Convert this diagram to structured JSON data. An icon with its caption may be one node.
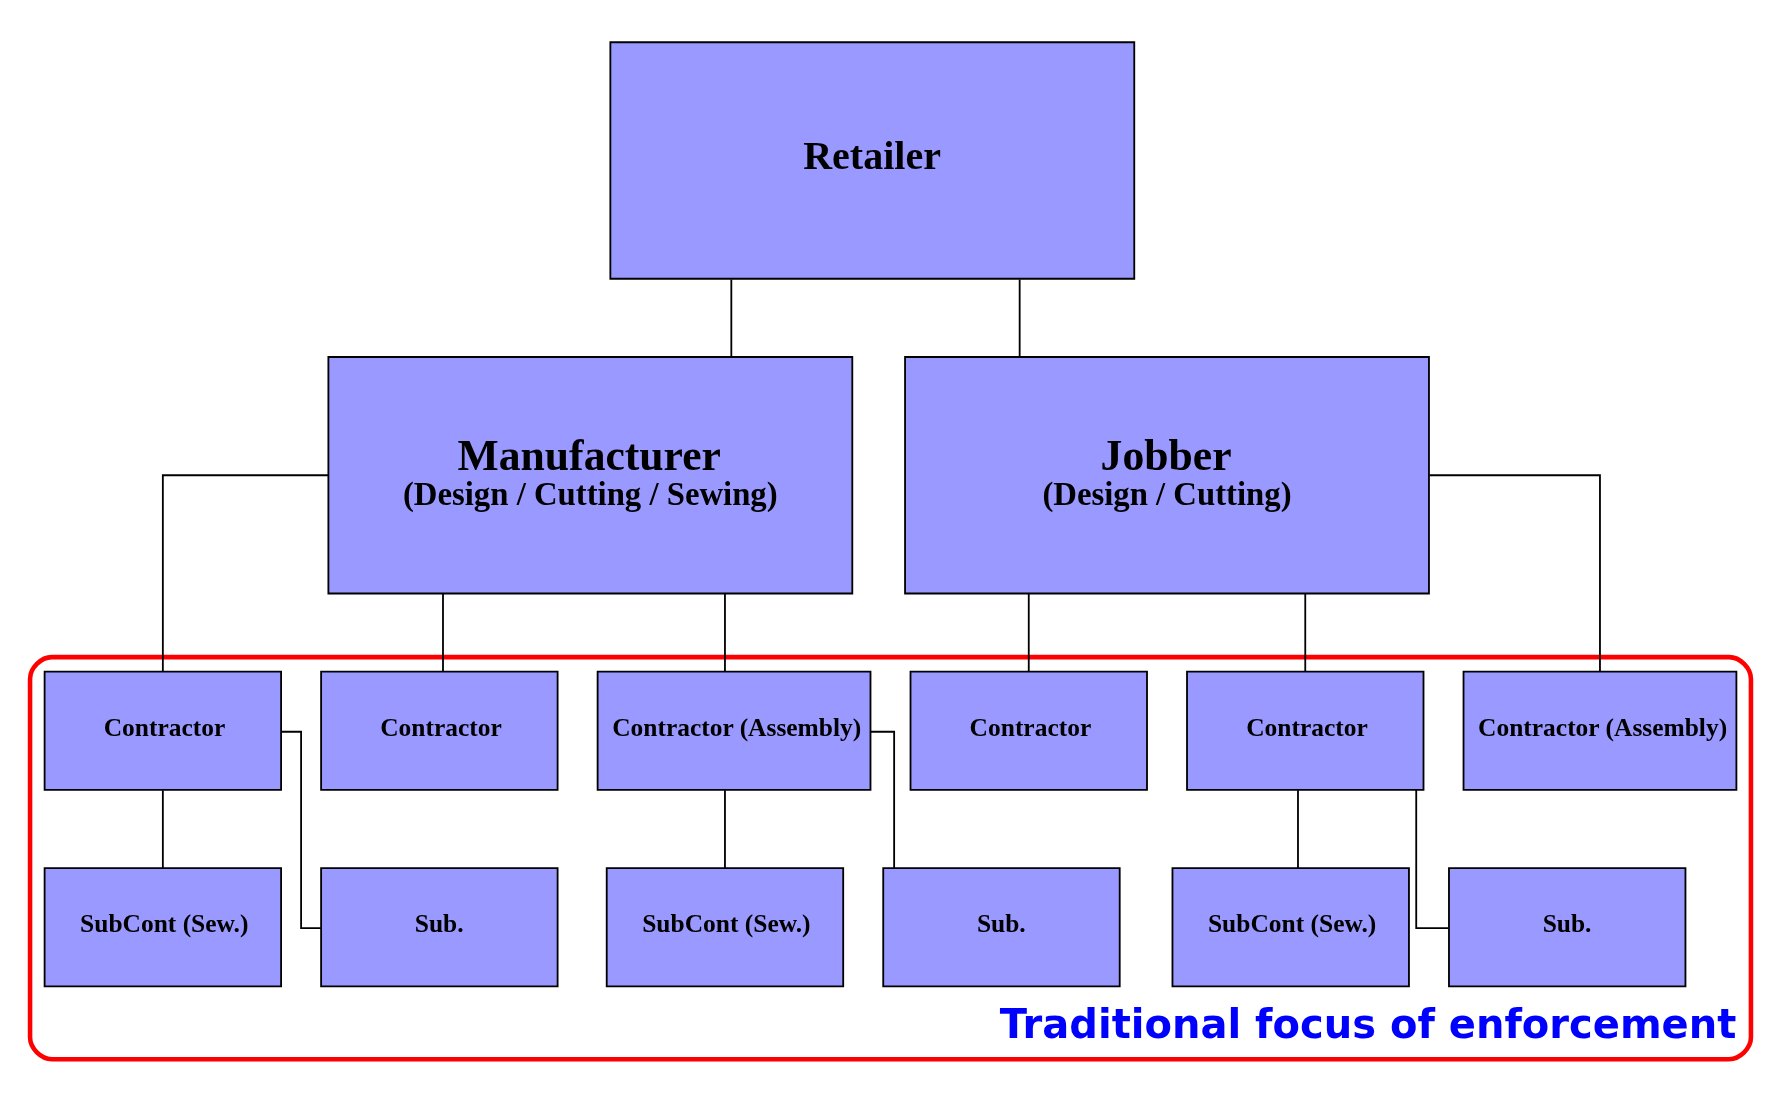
{
  "diagram": {
    "nodes": [
      {
        "text": [
          "Retailer"
        ]
      },
      {
        "text": [
          "Manufacturer",
          "(Design / Cutting / Sewing)"
        ]
      },
      {
        "text": [
          "Jobber",
          "(Design / Cutting)"
        ]
      },
      {
        "text": [
          "Traditional focus of enforcement"
        ]
      },
      {
        "text": [
          "Contractor (Assembly)"
        ],
        "in": 3
      },
      {
        "text": [
          "Contractor"
        ],
        "in": 3
      },
      {
        "text": [
          "Contractor"
        ],
        "in": 3
      },
      {
        "text": [
          "Contractor (Assembly)"
        ],
        "in": 3
      },
      {
        "text": [
          "Contractor"
        ],
        "in": 3
      },
      {
        "text": [
          "Contractor"
        ],
        "in": 3
      },
      {
        "text": [
          "SubCont (Sew.)"
        ],
        "in": 3
      },
      {
        "text": [
          "Sub."
        ],
        "in": 3
      },
      {
        "text": [
          "SubCont (Sew.)"
        ],
        "in": 3
      },
      {
        "text": [
          "Sub."
        ],
        "in": 3
      },
      {
        "text": [
          "SubCont (Sew.)"
        ],
        "in": 3
      },
      {
        "text": [
          "Sub."
        ],
        "in": 3
      }
    ],
    "edges": [
      {
        "from": 0,
        "to": 1,
        "arrow": "none"
      },
      {
        "from": 0,
        "to": 2,
        "arrow": "none"
      },
      {
        "from": 1,
        "to": 4,
        "arrow": "none"
      },
      {
        "from": 1,
        "to": 5,
        "arrow": "none"
      },
      {
        "from": 1,
        "to": 6,
        "arrow": "none"
      },
      {
        "from": 2,
        "to": 7,
        "arrow": "none"
      },
      {
        "from": 2,
        "to": 8,
        "arrow": "none"
      },
      {
        "from": 2,
        "to": 9,
        "arrow": "none"
      },
      {
        "from": 4,
        "to": 10,
        "arrow": "none"
      },
      {
        "from": 4,
        "to": 11,
        "arrow": "none"
      },
      {
        "from": 6,
        "to": 12,
        "arrow": "none"
      },
      {
        "from": 6,
        "to": 13,
        "arrow": "none"
      },
      {
        "from": 8,
        "to": 14,
        "arrow": "none"
      },
      {
        "from": 8,
        "to": 15,
        "arrow": "none"
      }
    ]
  }
}
